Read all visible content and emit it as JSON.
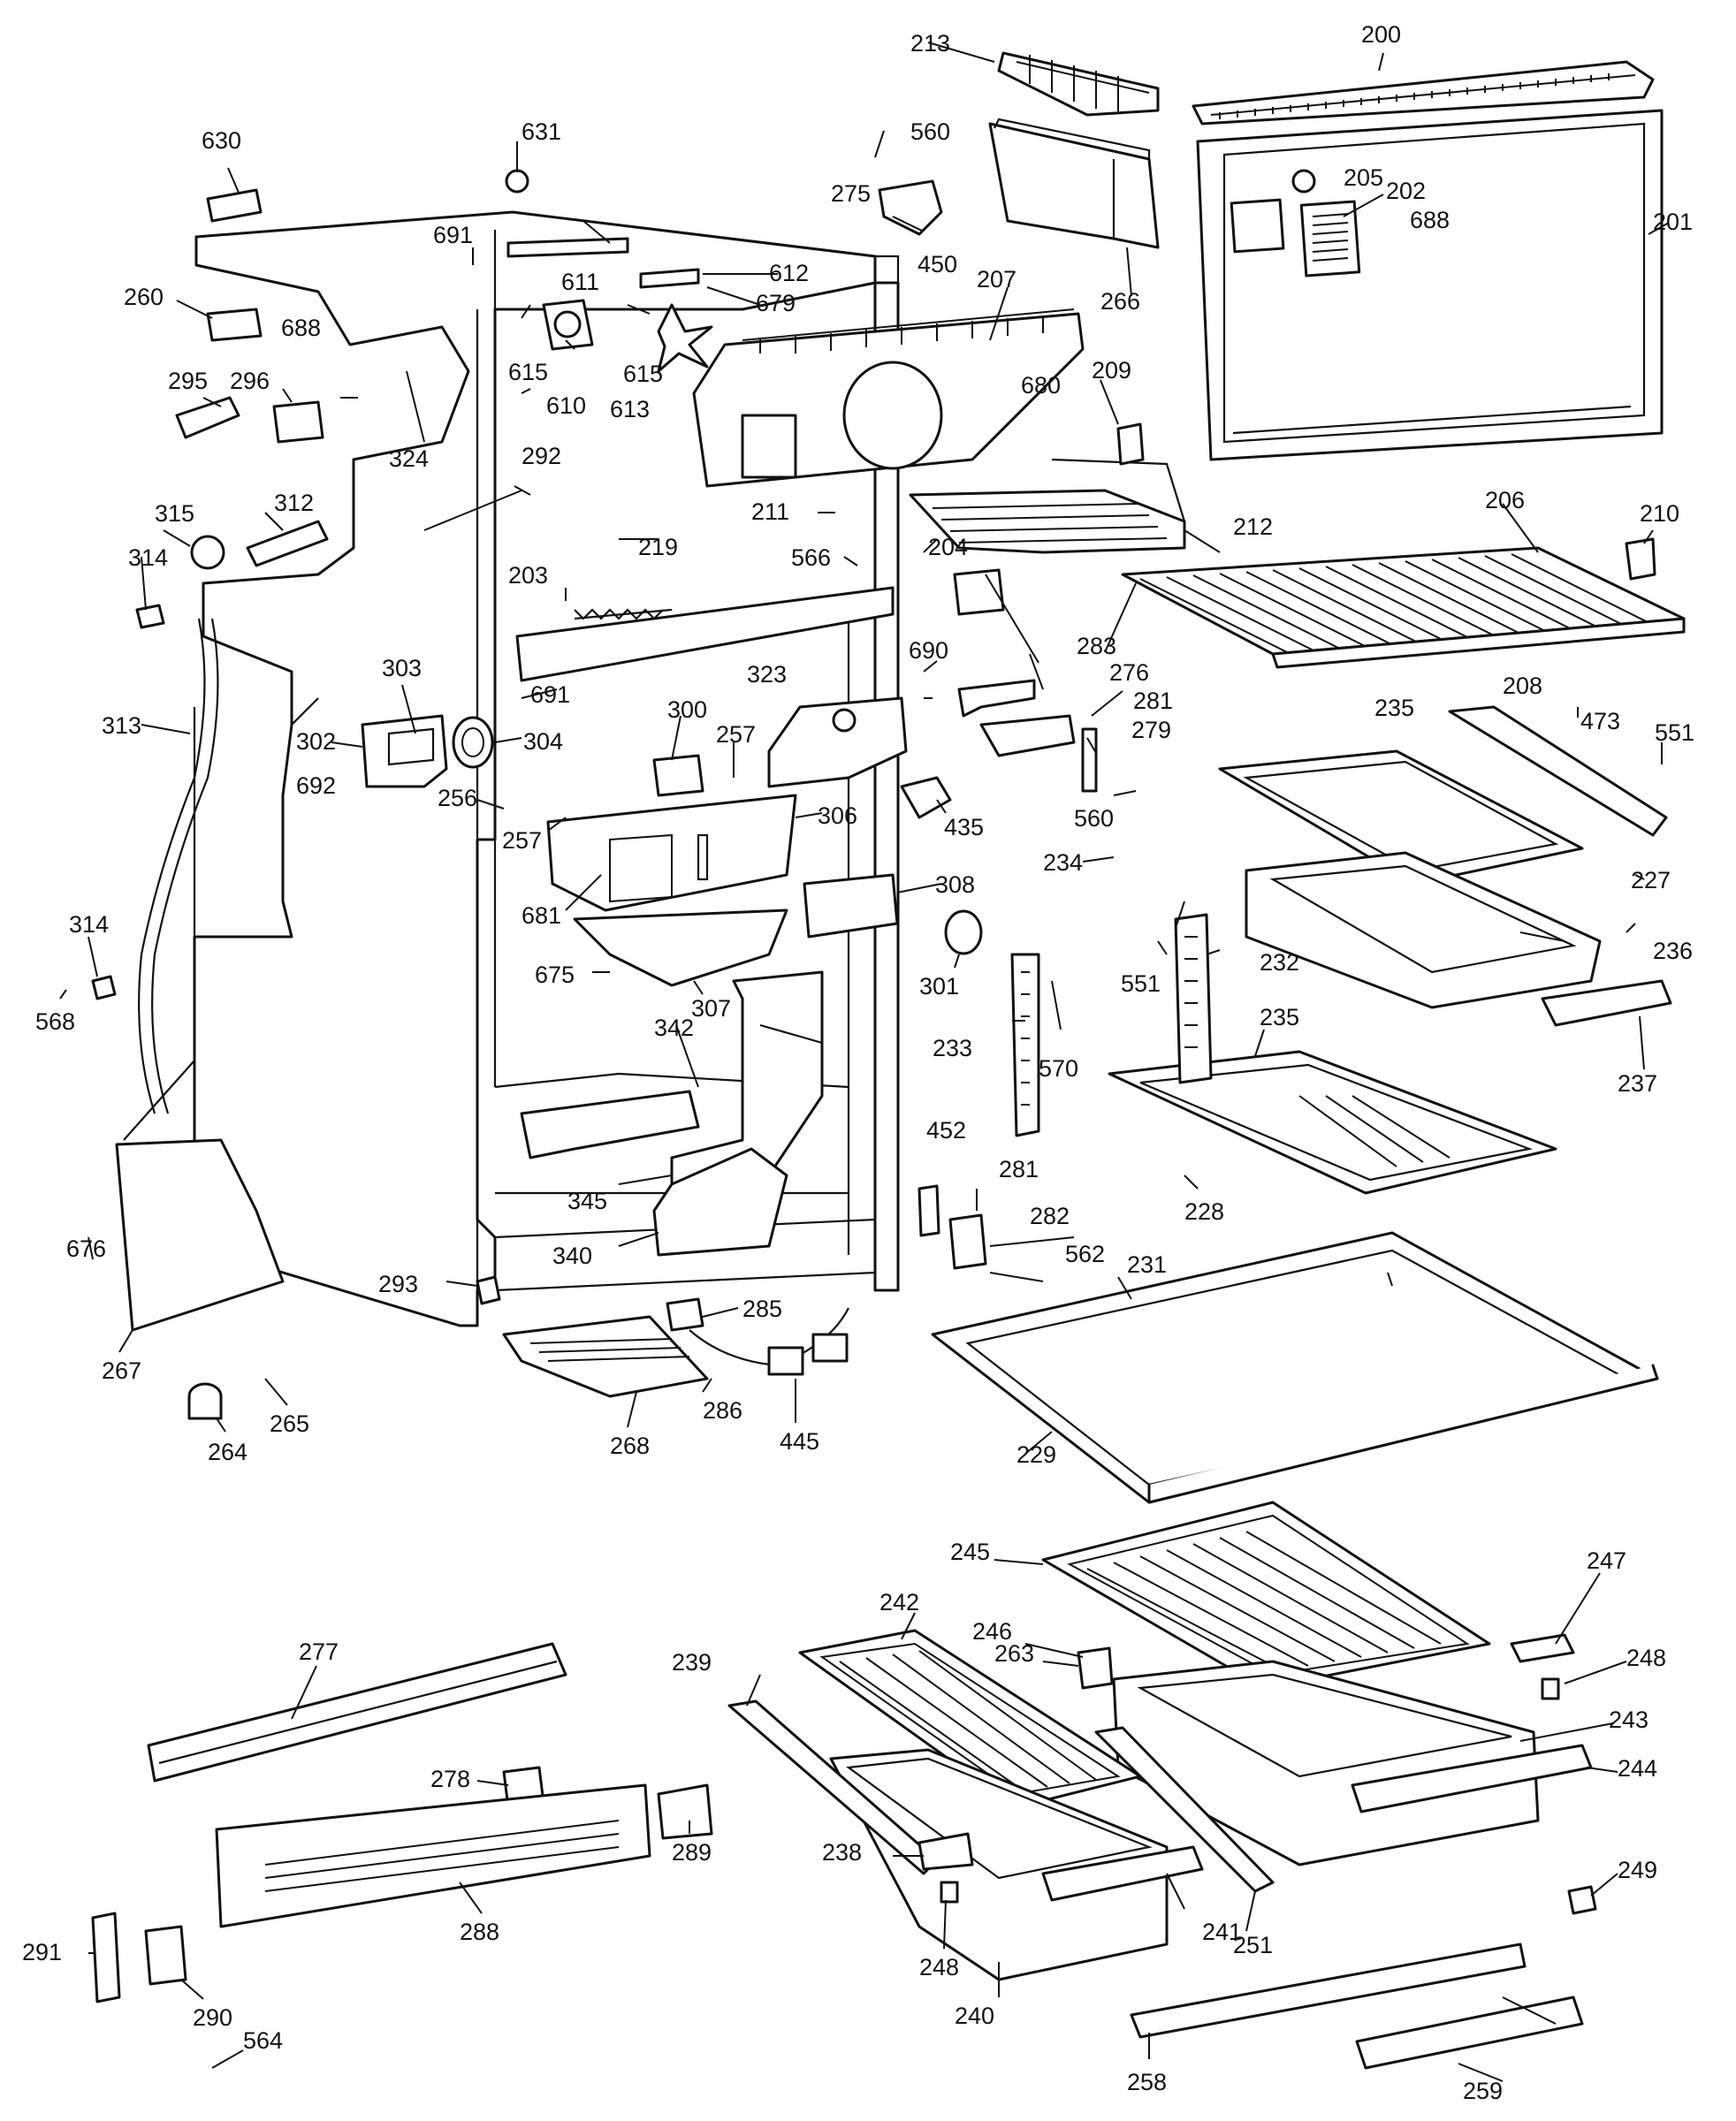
{
  "figure": {
    "type": "exploded-parts-diagram",
    "subject": "refrigerator cabinet and fresh food section parts"
  },
  "callouts": [
    {
      "num": "200",
      "part": "freezer-top-grille"
    },
    {
      "num": "201",
      "part": "freezer-back-panel"
    },
    {
      "num": "202",
      "part": "control-grille"
    },
    {
      "num": "203",
      "part": "front-rail"
    },
    {
      "num": "204",
      "part": "bracket"
    },
    {
      "num": "205",
      "part": "knob"
    },
    {
      "num": "206",
      "part": "freezer-wire-shelf"
    },
    {
      "num": "207",
      "part": "evaporator-cover"
    },
    {
      "num": "208",
      "part": "shelf-front-trim"
    },
    {
      "num": "209",
      "part": "clip"
    },
    {
      "num": "210",
      "part": "shelf-bracket"
    },
    {
      "num": "211",
      "part": "plug"
    },
    {
      "num": "212",
      "part": "ice-tray-shelf"
    },
    {
      "num": "213",
      "part": "ice-tray"
    },
    {
      "num": "219",
      "part": "heater"
    },
    {
      "num": "227",
      "part": "shelf-trim"
    },
    {
      "num": "228",
      "part": "cantilever-shelf"
    },
    {
      "num": "229",
      "part": "shelf-frame"
    },
    {
      "num": "231",
      "part": "full-width-shelf"
    },
    {
      "num": "232",
      "part": "shelf-ladder-right"
    },
    {
      "num": "233",
      "part": "shelf-ladder-left"
    },
    {
      "num": "234",
      "part": "stop"
    },
    {
      "num": "235",
      "part": "slide-out-shelf"
    },
    {
      "num": "235",
      "part": "slide-out-shelf-lower"
    },
    {
      "num": "236",
      "part": "meat-pan"
    },
    {
      "num": "237",
      "part": "pan-front"
    },
    {
      "num": "238",
      "part": "pan-support"
    },
    {
      "num": "239",
      "part": "pan-guide"
    },
    {
      "num": "240",
      "part": "crisper-pan-left"
    },
    {
      "num": "241",
      "part": "pan-handle"
    },
    {
      "num": "242",
      "part": "crisper-cover-left"
    },
    {
      "num": "243",
      "part": "crisper-pan-right"
    },
    {
      "num": "244",
      "part": "pan-handle-right"
    },
    {
      "num": "245",
      "part": "crisper-cover-right"
    },
    {
      "num": "246",
      "part": "cover-glass"
    },
    {
      "num": "247",
      "part": "humidity-control"
    },
    {
      "num": "248",
      "part": "slide"
    },
    {
      "num": "248",
      "part": "slide-lower"
    },
    {
      "num": "249",
      "part": "end-cap"
    },
    {
      "num": "251",
      "part": "divider"
    },
    {
      "num": "256",
      "part": "switch"
    },
    {
      "num": "257",
      "part": "screw"
    },
    {
      "num": "257",
      "part": "screw-upper"
    },
    {
      "num": "258",
      "part": "rail"
    },
    {
      "num": "259",
      "part": "rail-trim"
    },
    {
      "num": "260",
      "part": "tube"
    },
    {
      "num": "263",
      "part": "clip"
    },
    {
      "num": "264",
      "part": "roller"
    },
    {
      "num": "265",
      "part": "pin"
    },
    {
      "num": "266",
      "part": "ice-bin"
    },
    {
      "num": "267",
      "part": "back-panel"
    },
    {
      "num": "268",
      "part": "drain-pan"
    },
    {
      "num": "275",
      "part": "hinge"
    },
    {
      "num": "276",
      "part": "washer"
    },
    {
      "num": "277",
      "part": "base-rail"
    },
    {
      "num": "278",
      "part": "leveler"
    },
    {
      "num": "279",
      "part": "hinge-pin"
    },
    {
      "num": "281",
      "part": "bushing"
    },
    {
      "num": "281",
      "part": "bushing-lower"
    },
    {
      "num": "282",
      "part": "bottom-hinge"
    },
    {
      "num": "283",
      "part": "center-hinge"
    },
    {
      "num": "285",
      "part": "wire-harness"
    },
    {
      "num": "286",
      "part": "connector"
    },
    {
      "num": "288",
      "part": "toe-grille"
    },
    {
      "num": "289",
      "part": "grille-clip"
    },
    {
      "num": "290",
      "part": "grille-end"
    },
    {
      "num": "291",
      "part": "grille-bracket"
    },
    {
      "num": "292",
      "part": "screw"
    },
    {
      "num": "293",
      "part": "clip"
    },
    {
      "num": "295",
      "part": "drain-fitting"
    },
    {
      "num": "296",
      "part": "grommet"
    },
    {
      "num": "300",
      "part": "thermostat"
    },
    {
      "num": "301",
      "part": "light-bulb"
    },
    {
      "num": "302",
      "part": "control-housing"
    },
    {
      "num": "303",
      "part": "control"
    },
    {
      "num": "304",
      "part": "control-dial"
    },
    {
      "num": "306",
      "part": "light-shield"
    },
    {
      "num": "307",
      "part": "light-cover"
    },
    {
      "num": "308",
      "part": "switch-plate"
    },
    {
      "num": "312",
      "part": "tube-elbow"
    },
    {
      "num": "313",
      "part": "drain-tube"
    },
    {
      "num": "314",
      "part": "clip"
    },
    {
      "num": "314",
      "part": "clip-lower"
    },
    {
      "num": "315",
      "part": "fitting"
    },
    {
      "num": "323",
      "part": "bracket"
    },
    {
      "num": "324",
      "part": "plug"
    },
    {
      "num": "340",
      "part": "channel"
    },
    {
      "num": "342",
      "part": "channel-support"
    },
    {
      "num": "345",
      "part": "duct"
    },
    {
      "num": "435",
      "part": "socket"
    },
    {
      "num": "445",
      "part": "harness"
    },
    {
      "num": "450",
      "part": "shim"
    },
    {
      "num": "452",
      "part": "shim"
    },
    {
      "num": "473",
      "part": "shelf-support"
    },
    {
      "num": "551",
      "part": "screw"
    },
    {
      "num": "551",
      "part": "screw-lower"
    },
    {
      "num": "560",
      "part": "screw"
    },
    {
      "num": "560",
      "part": "screw-lower"
    },
    {
      "num": "562",
      "part": "screw"
    },
    {
      "num": "564",
      "part": "screw"
    },
    {
      "num": "566",
      "part": "screw"
    },
    {
      "num": "568",
      "part": "screw"
    },
    {
      "num": "570",
      "part": "screw"
    },
    {
      "num": "610",
      "part": "fan-motor"
    },
    {
      "num": "611",
      "part": "motor-bracket"
    },
    {
      "num": "612",
      "part": "bracket"
    },
    {
      "num": "613",
      "part": "fan-blade"
    },
    {
      "num": "615",
      "part": "grommet"
    },
    {
      "num": "615",
      "part": "grommet-right"
    },
    {
      "num": "630",
      "part": "bracket"
    },
    {
      "num": "631",
      "part": "nut"
    },
    {
      "num": "675",
      "part": "screw"
    },
    {
      "num": "676",
      "part": "screw"
    },
    {
      "num": "679",
      "part": "screw"
    },
    {
      "num": "680",
      "part": "screw"
    },
    {
      "num": "681",
      "part": "screw"
    },
    {
      "num": "688",
      "part": "screw"
    },
    {
      "num": "688",
      "part": "screw-right"
    },
    {
      "num": "690",
      "part": "screw"
    },
    {
      "num": "691",
      "part": "screw"
    },
    {
      "num": "691",
      "part": "screw-mid"
    },
    {
      "num": "692",
      "part": "screw"
    }
  ]
}
